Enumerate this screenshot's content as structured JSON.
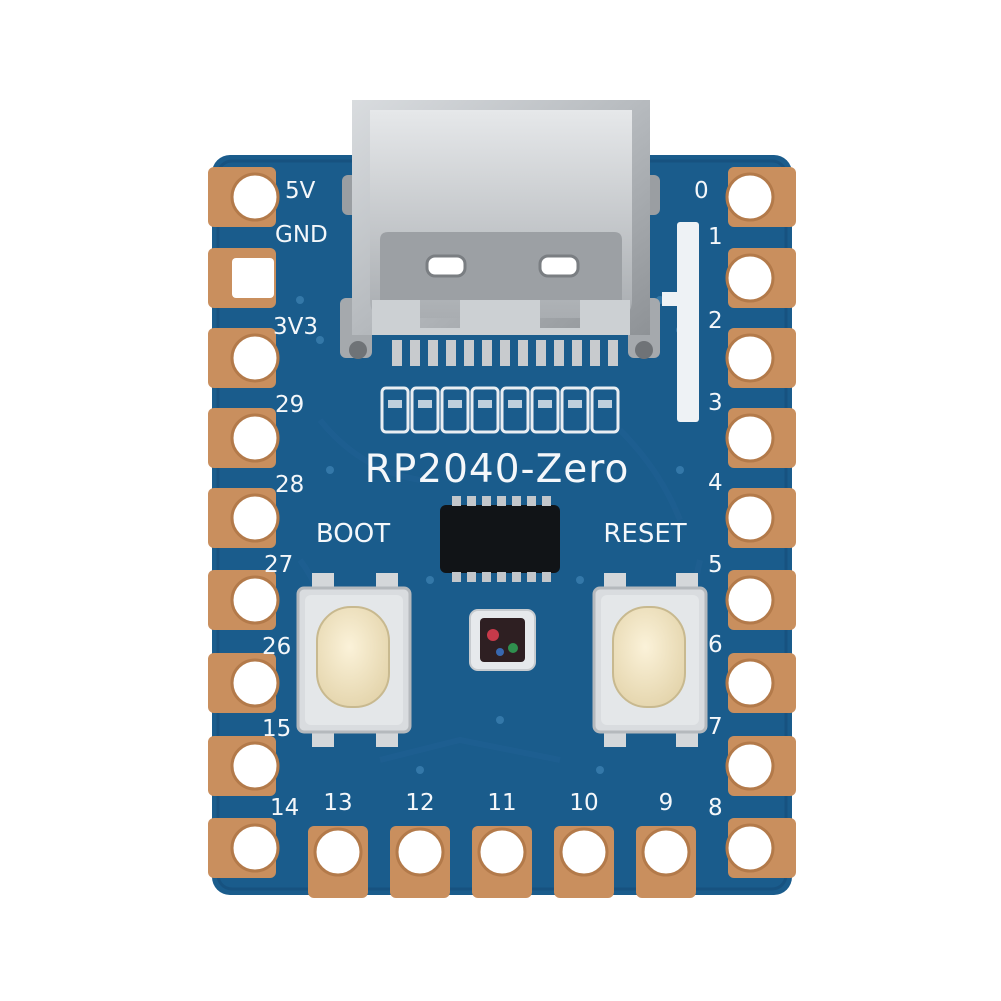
{
  "board": {
    "title": "RP2040-Zero",
    "colors": {
      "pcb": "#1a5c8c",
      "pcb_dark": "#134a73",
      "silkscreen": "#f4f7fa",
      "pad_copper": "#c98f5e",
      "connector_metal": "#b9bdc1",
      "button_cap": "#efe3c4"
    },
    "button_labels": {
      "boot": "BOOT",
      "reset": "RESET"
    },
    "left_pins": [
      "5V",
      "GND",
      "3V3",
      "29",
      "28",
      "27",
      "26",
      "15",
      "14"
    ],
    "right_pins": [
      "0",
      "1",
      "2",
      "3",
      "4",
      "5",
      "6",
      "7",
      "8"
    ],
    "bottom_pins": [
      "13",
      "12",
      "11",
      "10",
      "9"
    ],
    "components": {
      "usb": "usb-c-connector",
      "chip": "rp2040-chip",
      "led": "rgb-led",
      "boot_button": "boot-button",
      "reset_button": "reset-button"
    }
  }
}
